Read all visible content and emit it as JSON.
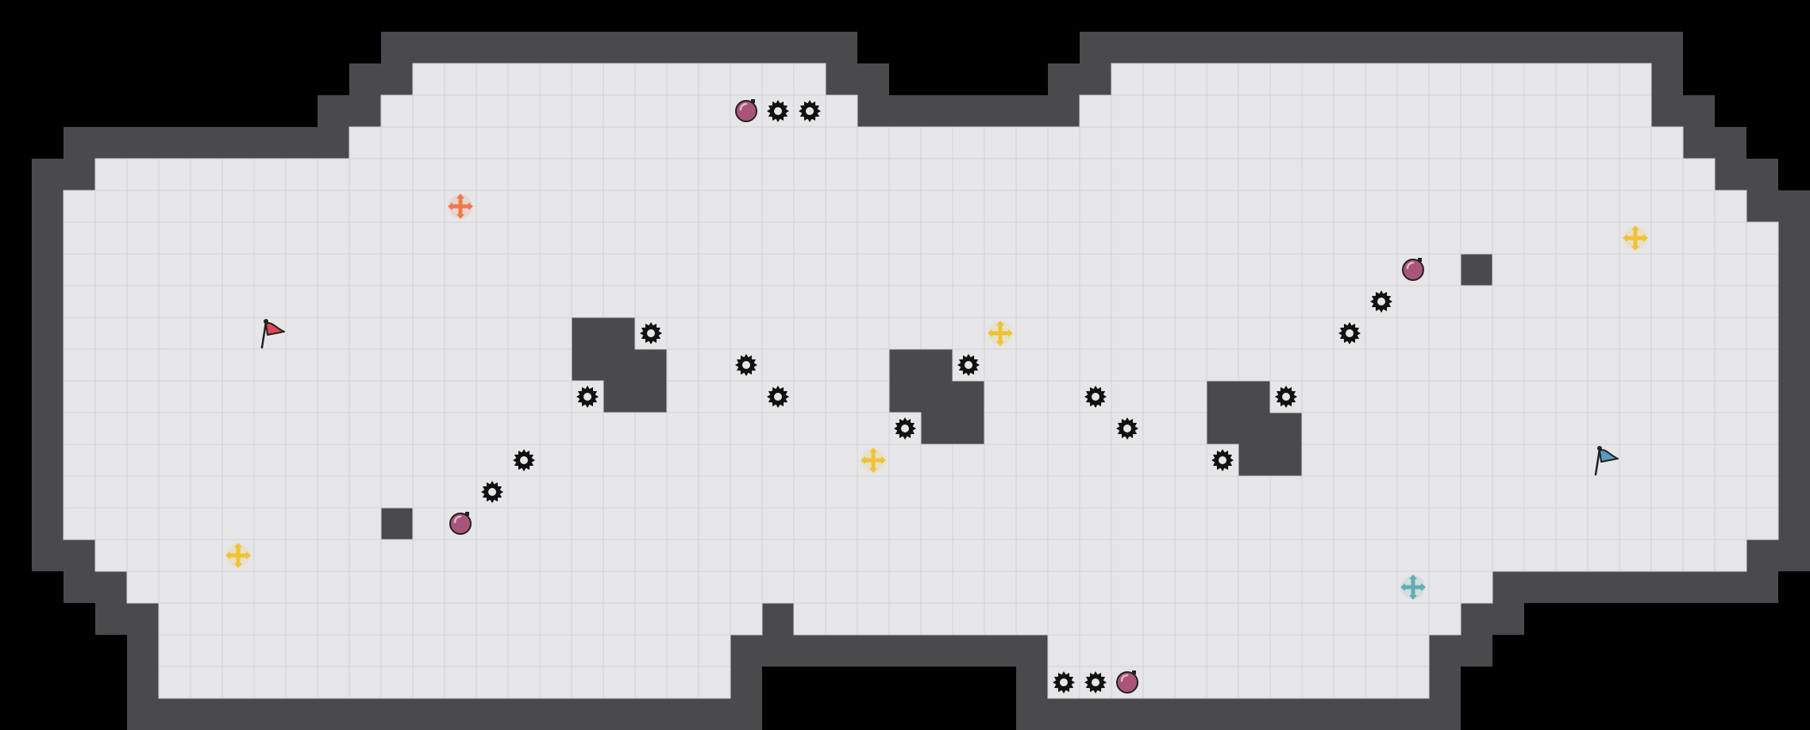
{
  "game": {
    "title": "",
    "colors": {
      "background": "#000000",
      "floor": "#e6e6e8",
      "grid_line": "#d2d2d6",
      "wall": "#4a4a4e",
      "wall_edge": "#36363a",
      "mine_purple": "#a9557a",
      "plus_orange": "#ee7a4c",
      "plus_yellow": "#f2c232",
      "plus_teal": "#61aeb0",
      "flag_red": "#e0474e",
      "flag_blue": "#5a9bc0",
      "saw_black": "#111111"
    },
    "grid": {
      "cols": 56,
      "rows": 22,
      "floor_rows": [
        {
          "row": 1,
          "ranges": [
            [
              12,
              24
            ],
            [
              34,
              50
            ]
          ]
        },
        {
          "row": 2,
          "ranges": [
            [
              11,
              25
            ],
            [
              33,
              50
            ]
          ]
        },
        {
          "row": 3,
          "ranges": [
            [
              10,
              31
            ],
            [
              32,
              51
            ]
          ]
        },
        {
          "row": 4,
          "ranges": [
            [
              2,
              8
            ],
            [
              9,
              52
            ]
          ]
        },
        {
          "row": 5,
          "ranges": [
            [
              1,
              53
            ]
          ]
        },
        {
          "row": 6,
          "ranges": [
            [
              1,
              54
            ]
          ]
        },
        {
          "row": 7,
          "ranges": [
            [
              1,
              54
            ]
          ]
        },
        {
          "row": 8,
          "ranges": [
            [
              1,
              54
            ]
          ]
        },
        {
          "row": 9,
          "ranges": [
            [
              1,
              54
            ]
          ]
        },
        {
          "row": 10,
          "ranges": [
            [
              1,
              54
            ]
          ]
        },
        {
          "row": 11,
          "ranges": [
            [
              1,
              54
            ]
          ]
        },
        {
          "row": 12,
          "ranges": [
            [
              1,
              54
            ]
          ]
        },
        {
          "row": 13,
          "ranges": [
            [
              1,
              54
            ]
          ]
        },
        {
          "row": 14,
          "ranges": [
            [
              1,
              54
            ]
          ]
        },
        {
          "row": 15,
          "ranges": [
            [
              1,
              54
            ]
          ]
        },
        {
          "row": 16,
          "ranges": [
            [
              2,
              46
            ],
            [
              47,
              53
            ]
          ]
        },
        {
          "row": 17,
          "ranges": [
            [
              3,
              23
            ],
            [
              24,
              45
            ]
          ]
        },
        {
          "row": 18,
          "ranges": [
            [
              4,
              22
            ],
            [
              24,
              32
            ],
            [
              33,
              44
            ]
          ]
        },
        {
          "row": 19,
          "ranges": [
            [
              4,
              21
            ],
            [
              32,
              43
            ]
          ]
        },
        {
          "row": 20,
          "ranges": [
            [
              4,
              21
            ],
            [
              32,
              43
            ]
          ]
        }
      ],
      "obstacles": [
        [
          17,
          9
        ],
        [
          18,
          9
        ],
        [
          17,
          10
        ],
        [
          18,
          10
        ],
        [
          19,
          10
        ],
        [
          18,
          11
        ],
        [
          19,
          11
        ],
        [
          27,
          10
        ],
        [
          28,
          10
        ],
        [
          27,
          11
        ],
        [
          28,
          11
        ],
        [
          29,
          11
        ],
        [
          28,
          12
        ],
        [
          29,
          12
        ],
        [
          37,
          11
        ],
        [
          38,
          11
        ],
        [
          37,
          12
        ],
        [
          38,
          12
        ],
        [
          39,
          12
        ],
        [
          38,
          13
        ],
        [
          39,
          13
        ],
        [
          45,
          7
        ],
        [
          11,
          15
        ]
      ]
    },
    "entities": [
      {
        "kind": "flag",
        "color": "flag_red",
        "col": 7,
        "row": 9
      },
      {
        "kind": "flag",
        "color": "flag_blue",
        "col": 49,
        "row": 13
      },
      {
        "kind": "plus",
        "color": "plus_orange",
        "col": 13,
        "row": 5
      },
      {
        "kind": "plus",
        "color": "plus_yellow",
        "col": 30,
        "row": 9
      },
      {
        "kind": "plus",
        "color": "plus_yellow",
        "col": 26,
        "row": 13
      },
      {
        "kind": "plus",
        "color": "plus_yellow",
        "col": 6,
        "row": 16
      },
      {
        "kind": "plus",
        "color": "plus_yellow",
        "col": 50,
        "row": 6
      },
      {
        "kind": "plus",
        "color": "plus_teal",
        "col": 43,
        "row": 17
      },
      {
        "kind": "mine",
        "col": 22,
        "row": 2
      },
      {
        "kind": "mine",
        "col": 43,
        "row": 7
      },
      {
        "kind": "mine",
        "col": 13,
        "row": 15
      },
      {
        "kind": "mine",
        "col": 34,
        "row": 20
      },
      {
        "kind": "saw",
        "col": 23,
        "row": 2
      },
      {
        "kind": "saw",
        "col": 24,
        "row": 2
      },
      {
        "kind": "saw",
        "col": 19,
        "row": 9
      },
      {
        "kind": "saw",
        "col": 22,
        "row": 10
      },
      {
        "kind": "saw",
        "col": 17,
        "row": 11
      },
      {
        "kind": "saw",
        "col": 23,
        "row": 11
      },
      {
        "kind": "saw",
        "col": 15,
        "row": 13
      },
      {
        "kind": "saw",
        "col": 14,
        "row": 14
      },
      {
        "kind": "saw",
        "col": 29,
        "row": 10
      },
      {
        "kind": "saw",
        "col": 27,
        "row": 12
      },
      {
        "kind": "saw",
        "col": 33,
        "row": 11
      },
      {
        "kind": "saw",
        "col": 34,
        "row": 12
      },
      {
        "kind": "saw",
        "col": 39,
        "row": 11
      },
      {
        "kind": "saw",
        "col": 37,
        "row": 13
      },
      {
        "kind": "saw",
        "col": 42,
        "row": 8
      },
      {
        "kind": "saw",
        "col": 41,
        "row": 9
      },
      {
        "kind": "saw",
        "col": 32,
        "row": 20
      },
      {
        "kind": "saw",
        "col": 33,
        "row": 20
      }
    ]
  }
}
